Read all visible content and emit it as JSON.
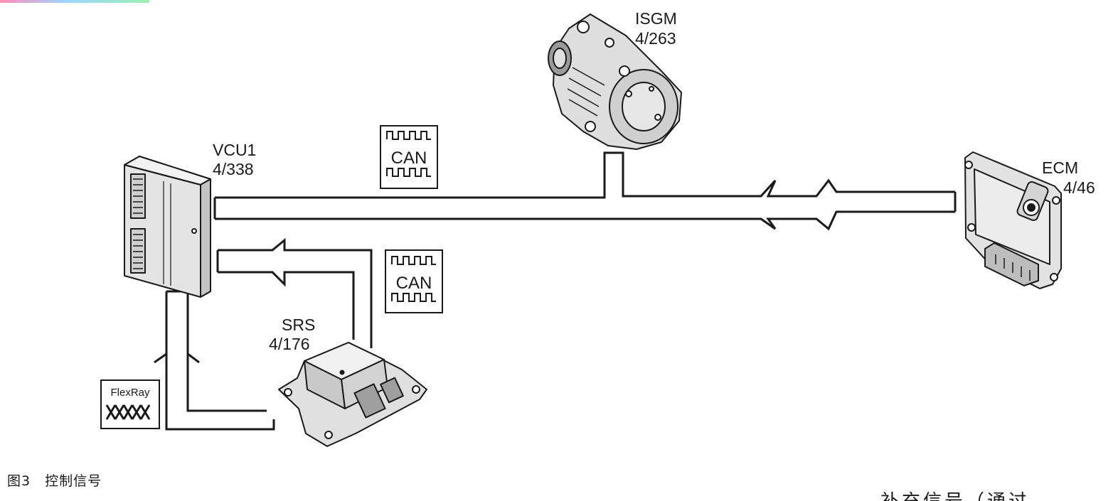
{
  "figure": {
    "caption": "图3　控制信号",
    "cut_text": "补充信号（通过"
  },
  "modules": {
    "isgm": {
      "name": "ISGM",
      "ref": "4/263"
    },
    "vcu1": {
      "name": "VCU1",
      "ref": "4/338"
    },
    "ecm": {
      "name": "ECM",
      "ref": "4/46"
    },
    "srs": {
      "name": "SRS",
      "ref": "4/176"
    }
  },
  "signals": {
    "can_top": {
      "label": "CAN"
    },
    "can_srs": {
      "label": "CAN"
    },
    "flexray": {
      "label": "FlexRay"
    }
  },
  "colors": {
    "line": "#1a1a1a",
    "background": "#ffffff",
    "module_fill": "#e6e6e6",
    "module_shade": "#bdbdbd"
  }
}
